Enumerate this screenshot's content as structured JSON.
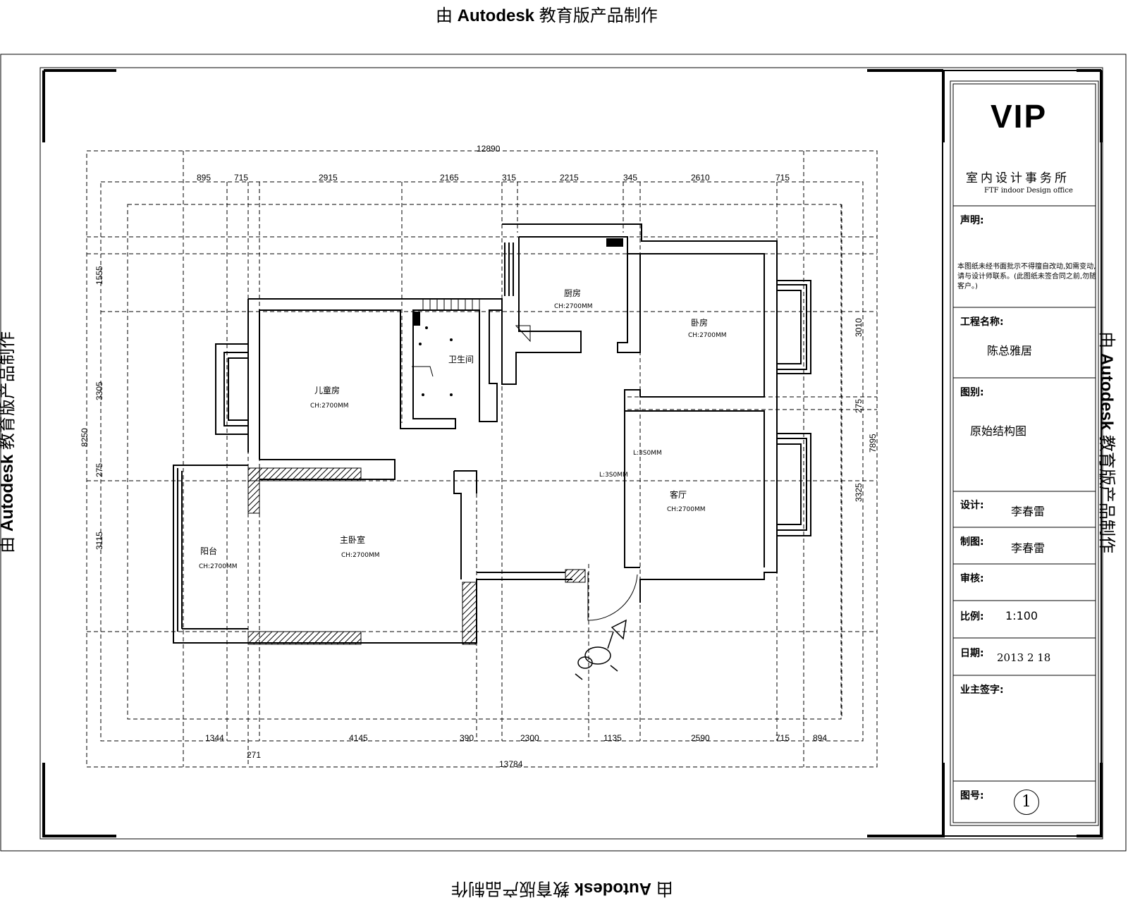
{
  "watermark": {
    "prefix": "由",
    "brand": "Autodesk",
    "suffix": "教育版产品制作"
  },
  "title_block": {
    "logo": "VIP",
    "office_cn": "室内设计事务所",
    "office_en": "FTF indoor Design office",
    "statement_label": "声明:",
    "statement_text": "本图纸未经书面批示不得擅自改动,如需变动,请与设计师联系。(此图纸未签合同之前,勿随客户。)",
    "project_label": "工程名称:",
    "project_value": "陈总雅居",
    "category_label": "图别:",
    "category_value": "原始结构图",
    "design_label": "设计:",
    "design_value": "李春雷",
    "drafting_label": "制图:",
    "drafting_value": "李春雷",
    "review_label": "审核:",
    "scale_label": "比例:",
    "scale_value": "1:100",
    "date_label": "日期:",
    "date_value": "2013 2 18",
    "owner_sign_label": "业主签字:",
    "drawing_no_label": "图号:",
    "drawing_no_value": "1"
  },
  "plan": {
    "rooms": {
      "kitchen": "厨房",
      "kitchen_h": "CH:2700MM",
      "bedroom_right": "卧房",
      "bedroom_right_h": "CH:2700MM",
      "child_room": "儿童房",
      "child_room_h": "CH:2700MM",
      "bathroom": "卫生间",
      "master": "主卧室",
      "master_h": "CH:2700MM",
      "living": "客厅",
      "living_h": "CH:2700MM",
      "balcony": "阳台",
      "balcony_h": "CH:2700MM",
      "beam1": "L:3S0MM",
      "beam2": "L:3S0MM"
    },
    "dims": {
      "top_total": "12890",
      "top": [
        "895",
        "715",
        "2915",
        "2165",
        "315",
        "2215",
        "345",
        "2610",
        "715"
      ],
      "bottom_total": "13784",
      "bottom": [
        "1344",
        "4145",
        "390",
        "2300",
        "1135",
        "2590",
        "715",
        "894"
      ],
      "bottom_extra": "271",
      "left_total": "8250",
      "left": [
        "1555",
        "3305",
        "275",
        "3115"
      ],
      "right_total": "7895",
      "right": [
        "3010",
        "275",
        "3325"
      ]
    }
  }
}
